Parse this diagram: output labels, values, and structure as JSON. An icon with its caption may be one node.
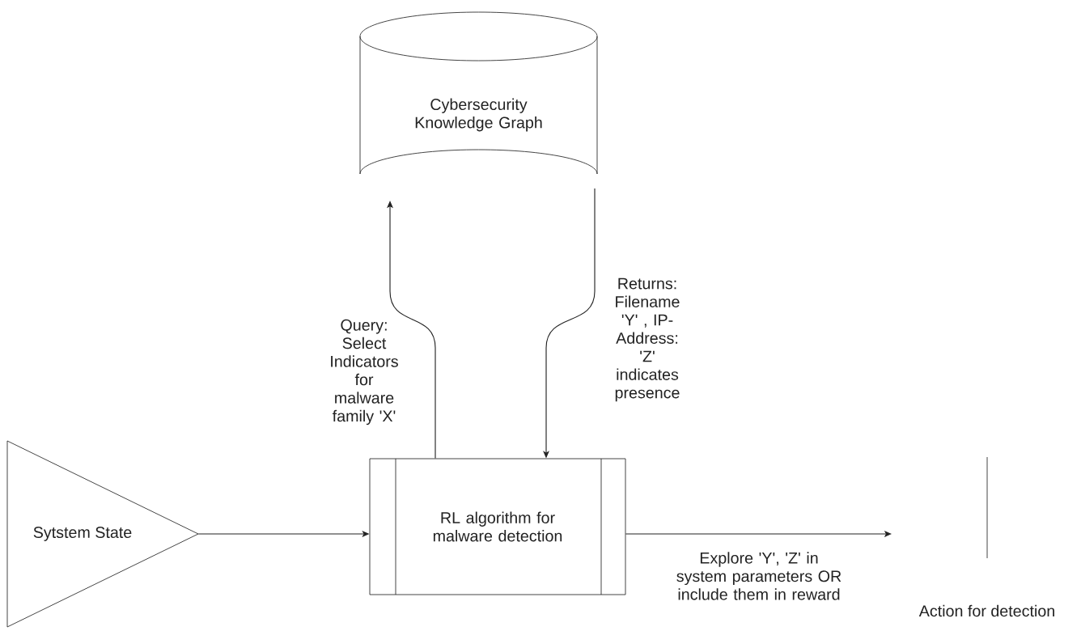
{
  "diagram": {
    "nodes": [
      {
        "text": [
          "Cybersecurity Knowledge Graph"
        ]
      },
      {
        "text": [
          "Sytstem State"
        ]
      },
      {
        "text": [
          "RL algorithm for malware detection"
        ]
      },
      {
        "text": [
          "Action for detection"
        ]
      }
    ],
    "edges": [
      {
        "from": 1,
        "to": 2,
        "arrow": "to"
      },
      {
        "from": 2,
        "to": 0,
        "arrow": "to",
        "label": "Query: Select Indicators for malware family 'X'"
      },
      {
        "from": 0,
        "to": 2,
        "arrow": "to",
        "label": "Returns: Filename 'Y' , IP-Address: 'Z' indicates presence"
      },
      {
        "from": 2,
        "to": null,
        "arrow": "to",
        "label": "Explore 'Y', 'Z' in system parameters OR include them in reward"
      }
    ]
  }
}
